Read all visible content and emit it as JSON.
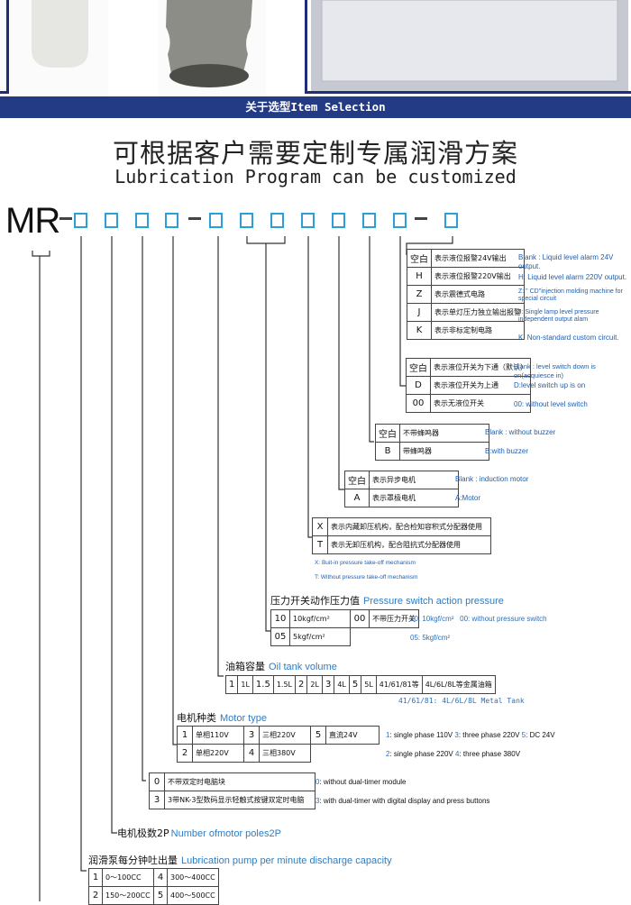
{
  "banner": "关于选型Item Selection",
  "title_cn": "可根据客户需要定制专属润滑方案",
  "title_en": "Lubrication Program can be customized",
  "model_prefix": "MR",
  "alarm": {
    "rows": [
      {
        "code": "空白",
        "cn": "表示液位报警24V输出",
        "en": "Blank : Liquid level alarm 24V output."
      },
      {
        "code": "H",
        "cn": "表示液位报警220V输出",
        "en": "H: Liquid level alarm 220V output."
      },
      {
        "code": "Z",
        "cn": "表示震德式电路",
        "en": "Z: \" CD\"injection molding machine for special circuit"
      },
      {
        "code": "J",
        "cn": "表示单灯压力独立输出报警",
        "en": "J: Single lamp level pressure independent output alam"
      },
      {
        "code": "K",
        "cn": "表示非标定制电路",
        "en": "K: Non-standard custom circuit."
      }
    ]
  },
  "level_switch": {
    "rows": [
      {
        "code": "空白",
        "cn": "表示液位开关为下通（默认）",
        "en": "Blank : level switch down is on(acquiesce in)"
      },
      {
        "code": "D",
        "cn": "表示液位开关为上通",
        "en": "D:level switch up is on"
      },
      {
        "code": "00",
        "cn": "表示无液位开关",
        "en": "00: without level switch"
      }
    ]
  },
  "buzzer": {
    "rows": [
      {
        "code": "空白",
        "cn": "不带蜂鸣器",
        "en": "Blank : without buzzer"
      },
      {
        "code": "B",
        "cn": "带蜂鸣器",
        "en": "B:with buzzer"
      }
    ]
  },
  "motor_kind": {
    "rows": [
      {
        "code": "空白",
        "cn": "表示异步电机",
        "en": "Blank : induction motor"
      },
      {
        "code": "A",
        "cn": "表示罩极电机",
        "en": "A:Motor"
      }
    ]
  },
  "pressure_mech": {
    "rows": [
      {
        "code": "X",
        "cn": "表示内藏卸压机构，配合检知容积式分配器使用"
      },
      {
        "code": "T",
        "cn": "表示无卸压机构，配合阻抗式分配器使用"
      }
    ],
    "note_x": "X: Buit-in pressure take-off mechanism",
    "note_t": "T: Without pressure take-off mechanism"
  },
  "pressure_switch": {
    "title_cn": "压力开关动作压力值",
    "title_en": "Pressure switch action pressure",
    "r1": [
      "10",
      "10kgf/cm²",
      "00",
      "不带压力开关"
    ],
    "r2": [
      "05",
      "5kgf/cm²"
    ],
    "note1": "10: 10kgf/cm²",
    "note2": "00: without pressure switch",
    "note3": "05: 5kgf/cm²"
  },
  "tank": {
    "title_cn": "油箱容量",
    "title_en": "Oil tank volume",
    "cells": [
      "1",
      "1L",
      "1.5",
      "1.5L",
      "2",
      "2L",
      "3",
      "4L",
      "5",
      "5L",
      "41/61/81等",
      "4L/6L/8L等金属油箱"
    ],
    "note_key": "41/61/81:",
    "note_val": "4L/6L/8L Metal Tank"
  },
  "motor_type": {
    "title_cn": "电机种类",
    "title_en": "Motor type",
    "r1": [
      "1",
      "单相110V",
      "3",
      "三相220V",
      "5",
      "直流24V"
    ],
    "r2": [
      "2",
      "单相220V",
      "4",
      "三相380V"
    ],
    "note1": [
      "1",
      ": single phase 110V",
      "3",
      ": three phase 220V",
      "5",
      ": DC 24V"
    ],
    "note2": [
      "2",
      ": single phase 220V",
      "4",
      ": three phase 380V"
    ]
  },
  "timer": {
    "rows": [
      {
        "code": "0",
        "cn": "不带双定时电脑块",
        "en_key": "0",
        "en": ": without dual-timer module"
      },
      {
        "code": "3",
        "cn": "3带NK-3型数码显示轻触式按键双定时电脑",
        "en_key": "3",
        "en": ": with dual-timer with digital display and press buttons"
      }
    ]
  },
  "poles": {
    "cn": "电机极数2P",
    "en": "Number ofmotor poles2P"
  },
  "pump": {
    "title_cn": "润滑泵每分钟吐出量",
    "title_en": "Lubrication pump per minute discharge capacity",
    "r1": [
      "1",
      "0～100CC",
      "4",
      "300～400CC"
    ],
    "r2": [
      "2",
      "150～200CC",
      "5",
      "400～500CC"
    ]
  },
  "colors": {
    "banner": "#233a85",
    "box": "#2d9fd8",
    "blue_text": "#1f5fae"
  }
}
